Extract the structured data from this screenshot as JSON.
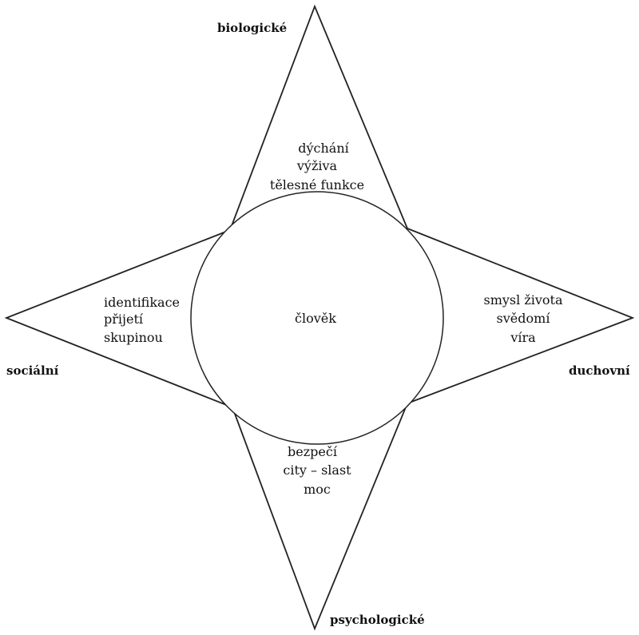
{
  "labels": {
    "top": "biologické",
    "left": "sociální",
    "right": "duchovní",
    "bottom": "psychologické",
    "center": "člověk"
  },
  "quadrants": {
    "top": [
      "dýchání",
      "výživa",
      "tělesné funkce"
    ],
    "left": [
      "identifikace",
      "přijetí",
      "skupinou"
    ],
    "right": [
      "smysl života",
      "svědomí",
      "víra"
    ],
    "bottom": [
      "bezpečí",
      "city – slast",
      "moc"
    ]
  }
}
